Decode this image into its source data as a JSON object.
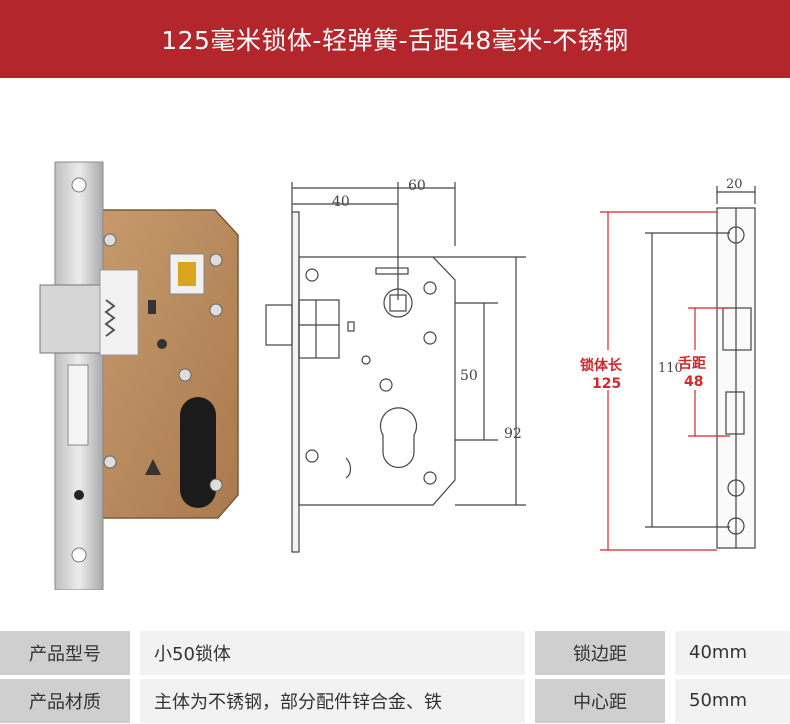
{
  "header": {
    "title": "125毫米锁体-轻弹簧-舌距48毫米-不锈钢"
  },
  "front_diagram": {
    "dim_40": "40",
    "dim_60": "60",
    "dim_50": "50",
    "dim_92": "92"
  },
  "side_diagram": {
    "dim_20": "20",
    "dim_110": "110",
    "body_length_label": "锁体长",
    "body_length_value": "125",
    "latch_distance_label": "舌距",
    "latch_distance_value": "48"
  },
  "specs": {
    "row1": {
      "label1": "产品型号",
      "value1": "小50锁体",
      "label2": "锁边距",
      "value2": "40mm"
    },
    "row2": {
      "label1": "产品材质",
      "value1": "主体为不锈钢，部分配件锌合金、铁",
      "label2": "中心距",
      "value2": "50mm"
    }
  },
  "colors": {
    "header_bg": "#b3272c",
    "dimension_red": "#d0282d",
    "lock_body": "#b8875a"
  }
}
